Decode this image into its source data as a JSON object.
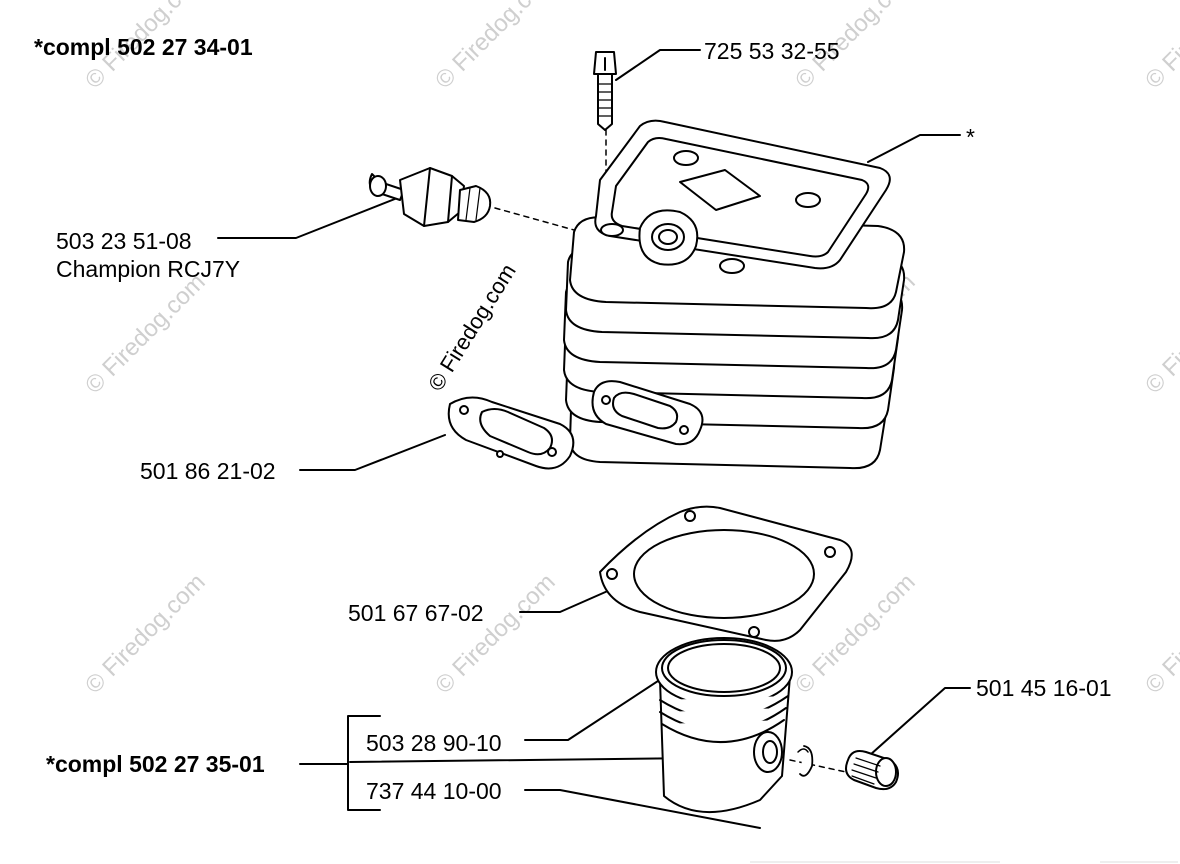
{
  "assembly_top": "*compl 502 27 34-01",
  "assembly_bottom": "*compl 502 27 35-01",
  "parts": {
    "bolt": "725 53 32-55",
    "cylinder": "*",
    "spark_plug_number": "503 23 51-08",
    "spark_plug_name": "Champion RCJ7Y",
    "exhaust_gasket": "501 86 21-02",
    "base_gasket": "501 67 67-02",
    "piston_ring": "503 28 90-10",
    "piston": "737 44 10-00",
    "needle_bearing": "501 45 16-01"
  },
  "watermark": {
    "text": "© Firedog.com",
    "faint_text": "© Firedog.com",
    "color": "#cfcfcf"
  },
  "colors": {
    "line": "#000000",
    "background": "#ffffff"
  }
}
